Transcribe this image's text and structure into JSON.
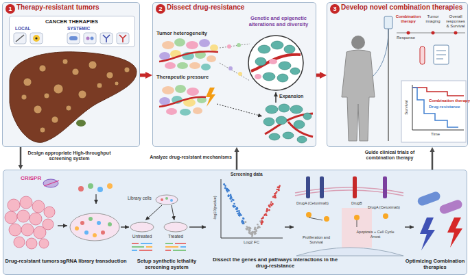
{
  "diagram": {
    "nodes": [
      {
        "text": [
          "Therapy-resistant tumors"
        ]
      },
      {
        "text": [
          "1"
        ],
        "in": 0
      },
      {
        "text": [
          "CANCER THERAPIES",
          "LOCAL",
          "SYSTEMIC"
        ],
        "in": 0
      },
      {
        "text": [
          "Dissect drug-resistance"
        ]
      },
      {
        "text": [
          "2"
        ],
        "in": 3
      },
      {
        "text": [
          "Develop novel combination therapies"
        ]
      },
      {
        "text": [
          "3"
        ],
        "in": 5
      },
      {
        "text": [
          "Drug-resistant tumors",
          "sgRNA library transduction",
          "Setup synthetic lethality screening system",
          "Dissect the genes and pathways interactions in the drug-resistance",
          "Optimizing Combination therapies"
        ]
      }
    ],
    "edges": [
      {
        "from": 0,
        "to": 3,
        "arrow": "to"
      },
      {
        "from": 3,
        "to": 5,
        "arrow": "to"
      },
      {
        "from": 0,
        "to": 7,
        "label": "Design appropriate High-throughput screening system",
        "arrow": "to"
      },
      {
        "from": 7,
        "to": 3,
        "label": "Analyze drug-resistant mechanisms",
        "arrow": "to"
      },
      {
        "from": 7,
        "to": 5,
        "label": "Guide clinical trials of combination therapy",
        "arrow": "to"
      }
    ],
    "labels": [
      "Tumor heterogeneity",
      "Genetic and epigenetic alterations and diversity",
      "Therapeutic pressure",
      "Expansion",
      "Combination therapy",
      "Tumor imaging",
      "Overall responses & Survival",
      "Response",
      "Survival",
      "Time",
      "Combination therapy",
      "Drug-resistance",
      "CRISPR",
      "Library cells",
      "Untreated",
      "Treated",
      "Screening data",
      "-log10(pvalue)",
      "Log2 FC",
      "DrugA (Cetuximab)",
      "DrugB",
      "DrugA (Cetuximab)",
      "Proliferation and Survival",
      "Apoptosis + Cell Cycle Arrest"
    ]
  }
}
